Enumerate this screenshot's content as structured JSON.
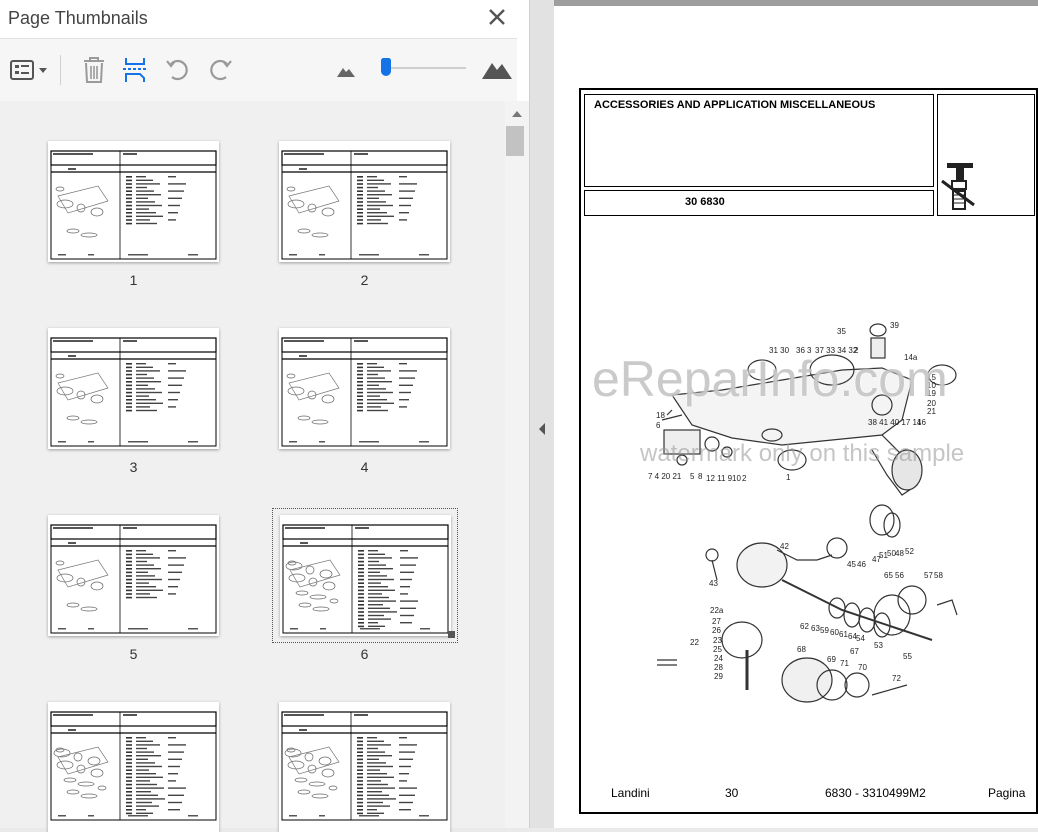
{
  "panel": {
    "title": "Page Thumbnails",
    "close_icon": "close-icon",
    "toolbar": {
      "options_icon": "thumbnail-options-icon",
      "delete_icon": "trash-icon",
      "extract_icon": "extract-pages-icon",
      "rotate_ccw_icon": "rotate-counterclockwise-icon",
      "rotate_cw_icon": "rotate-clockwise-icon",
      "zoom_out_icon": "zoom-out-mountain-icon",
      "zoom_in_icon": "zoom-in-mountain-icon"
    },
    "zoom_level": 0.05,
    "thumbnails": [
      {
        "label": "1"
      },
      {
        "label": "2"
      },
      {
        "label": "3"
      },
      {
        "label": "4"
      },
      {
        "label": "5"
      },
      {
        "label": "6",
        "selected": true
      },
      {
        "label": ""
      },
      {
        "label": ""
      }
    ]
  },
  "document": {
    "header_title": "ACCESSORIES AND APPLICATION MISCELLANEOUS",
    "section_code": "30 6830",
    "watermark": "eReparInfo.com",
    "watermark_sub": "watermark only on this sample",
    "footer": {
      "brand": "Landini",
      "section": "30",
      "model_ref": "6830 - 3310499M2",
      "page_word": "Pagina"
    }
  },
  "colors": {
    "accent": "#1473e6",
    "panel_bg": "#f0f0f0"
  }
}
